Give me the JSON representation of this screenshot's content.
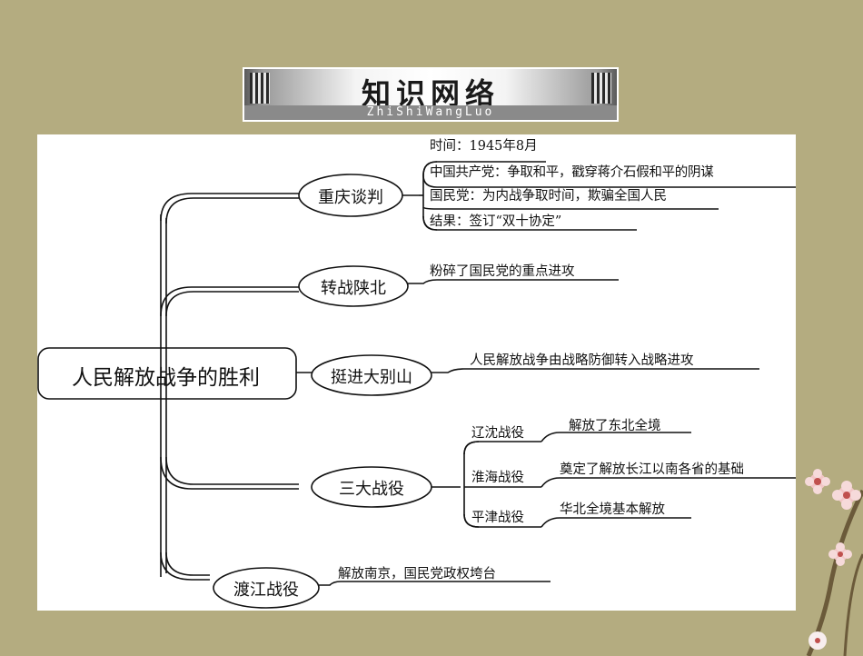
{
  "header": {
    "title": "知识网络",
    "subtitle": "ZhiShiWangLuo"
  },
  "mindmap": {
    "root": "人民解放战争的胜利",
    "branches": [
      {
        "label": "重庆谈判",
        "items": [
          "时间：1945年8月",
          "中国共产党：争取和平，戳穿蒋介石假和平的阴谋",
          "国民党：为内战争取时间，欺骗全国人民",
          "结果：签订“双十协定”"
        ]
      },
      {
        "label": "转战陕北",
        "items": [
          "粉碎了国民党的重点进攻"
        ]
      },
      {
        "label": "挺进大别山",
        "items": [
          "人民解放战争由战略防御转入战略进攻"
        ]
      },
      {
        "label": "三大战役",
        "subbranches": [
          {
            "label": "辽沈战役",
            "result": "解放了东北全境"
          },
          {
            "label": "淮海战役",
            "result": "奠定了解放长江以南各省的基础"
          },
          {
            "label": "平津战役",
            "result": "华北全境基本解放"
          }
        ]
      },
      {
        "label": "渡江战役",
        "items": [
          "解放南京，国民党政权垮台"
        ]
      }
    ]
  },
  "colors": {
    "background": "#b4ac80",
    "diagram_bg": "#ffffff",
    "line": "#111111"
  }
}
